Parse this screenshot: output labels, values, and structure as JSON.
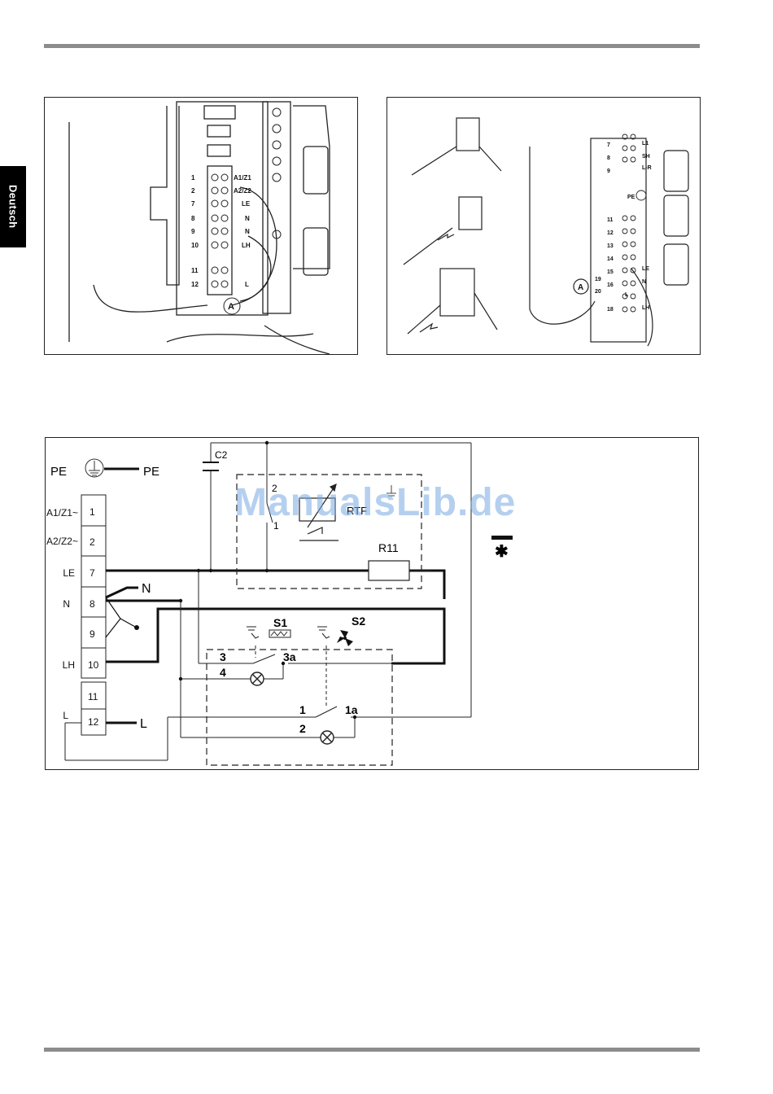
{
  "side_tab": "Deutsch",
  "watermark": "ManualsLib.de",
  "figure_left": {
    "callout": "A",
    "terminal_rows": [
      "1",
      "2",
      "7",
      "8",
      "9",
      "10",
      "11",
      "12"
    ],
    "terminal_labels": [
      "A1/Z1",
      "A2/Z2",
      "LE",
      "N",
      "N",
      "LH",
      "L"
    ]
  },
  "figure_right": {
    "callout": "A",
    "terminal_rows": [
      "7",
      "8",
      "9",
      "11",
      "12",
      "13",
      "14",
      "15",
      "16",
      "18",
      "19",
      "20"
    ],
    "labels": [
      "L1",
      "SH",
      "L-R",
      "PE",
      "LE",
      "N",
      "LH",
      "L"
    ]
  },
  "schematic": {
    "pe_left": "PE",
    "pe_right": "PE",
    "terminals": [
      {
        "label": "A1/Z1~",
        "num": "1"
      },
      {
        "label": "A2/Z2~",
        "num": "2"
      },
      {
        "label": "LE",
        "num": "7"
      },
      {
        "label": "N",
        "num": "8"
      },
      {
        "label": "",
        "num": "9"
      },
      {
        "label": "LH",
        "num": "10"
      },
      {
        "label": "",
        "num": "11"
      },
      {
        "label": "L",
        "num": "12"
      }
    ],
    "n_label": "N",
    "l_label": "L",
    "c2": "C2",
    "r11": "R11",
    "rt_label": "RTF",
    "rt_pin_top": "2",
    "rt_pin_bottom": "1",
    "s1": "S1",
    "s2": "S2",
    "pin3": "3",
    "pin3a": "3a",
    "pin4": "4",
    "pin1": "1",
    "pin1a": "1a",
    "pin2": "2",
    "legend_symbol": "✱"
  }
}
